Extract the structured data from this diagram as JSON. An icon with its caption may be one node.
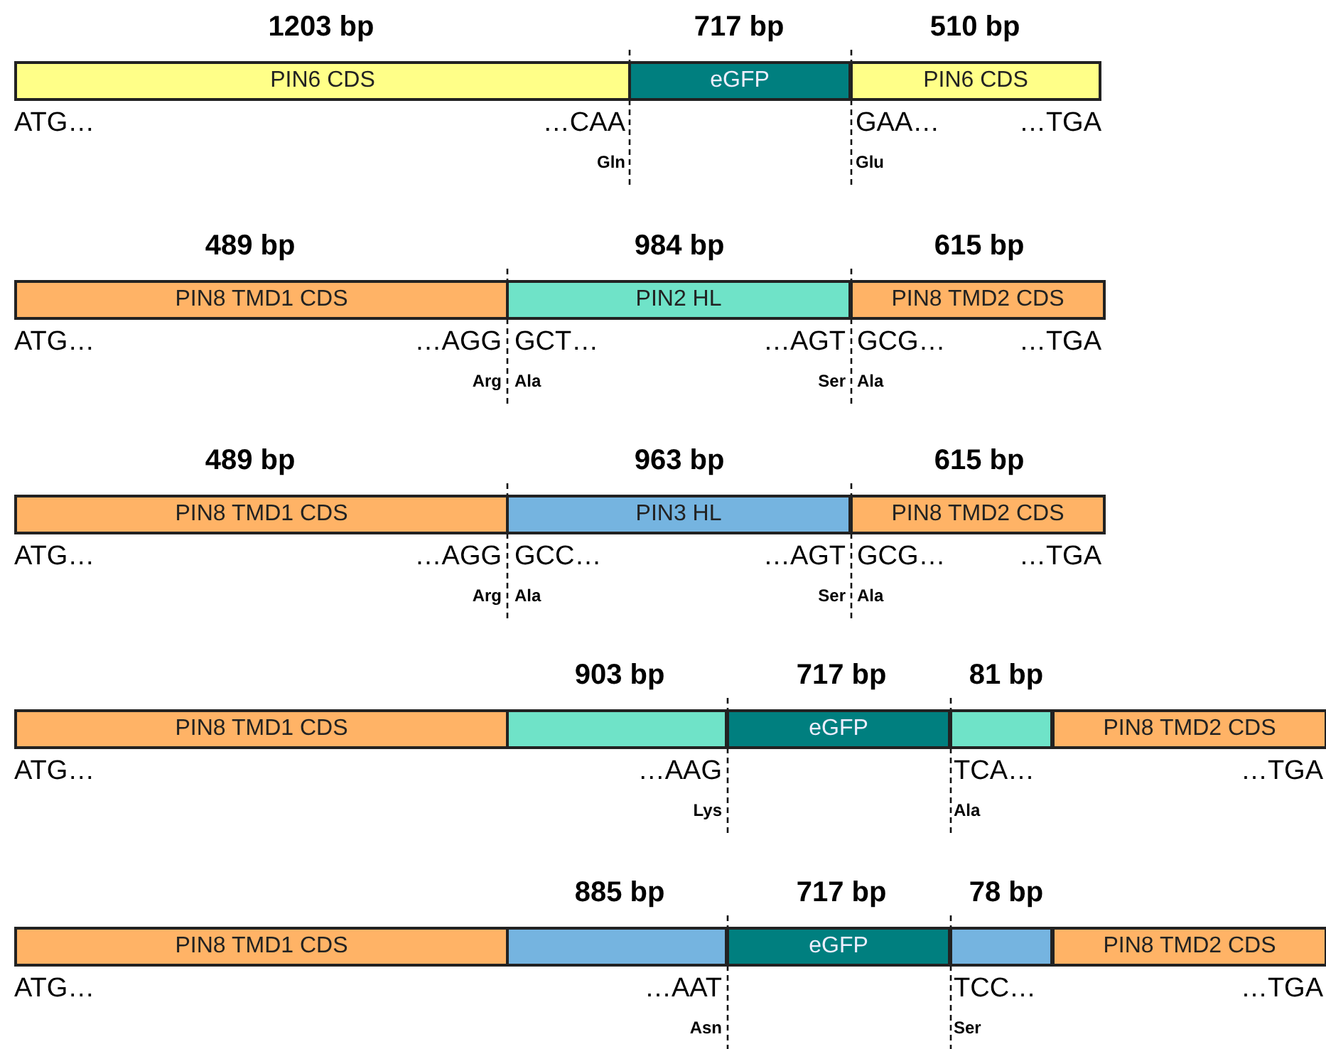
{
  "diagram": {
    "nodes": [
      {
        "text": [
          "PIN6 CDS"
        ]
      },
      {
        "text": [
          "eGFP"
        ]
      },
      {
        "text": [
          "PIN6 CDS"
        ]
      },
      {
        "text": [
          "PIN8 TMD1 CDS"
        ]
      },
      {
        "text": [
          "PIN2 HL"
        ]
      },
      {
        "text": [
          "PIN8 TMD2 CDS"
        ]
      },
      {
        "text": [
          "PIN8 TMD1 CDS"
        ]
      },
      {
        "text": [
          "PIN3 HL"
        ]
      },
      {
        "text": [
          "PIN8 TMD2 CDS"
        ]
      },
      {
        "text": [
          "PIN8 TMD1 CDS"
        ]
      },
      {
        "text": [],
        "shape": "bar"
      },
      {
        "text": [
          "eGFP"
        ]
      },
      {
        "text": [],
        "shape": "bar"
      },
      {
        "text": [
          "PIN8 TMD2 CDS"
        ]
      },
      {
        "text": [
          "PIN8 TMD1 CDS"
        ]
      },
      {
        "text": [],
        "shape": "bar"
      },
      {
        "text": [
          "eGFP"
        ]
      },
      {
        "text": [],
        "shape": "bar"
      },
      {
        "text": [
          "PIN8 TMD2 CDS"
        ]
      }
    ],
    "labels": [
      "1203 bp",
      "717 bp",
      "510 bp",
      "ATG…",
      "…CAA",
      "GAA…",
      "…TGA",
      "Gln",
      "Glu",
      "489 bp",
      "984 bp",
      "615 bp",
      "ATG…",
      "…AGG",
      "GCT…",
      "…AGT",
      "GCG…",
      "…TGA",
      "Arg",
      "Ala",
      "Ser",
      "Ala",
      "489 bp",
      "963 bp",
      "615 bp",
      "ATG…",
      "…AGG",
      "GCC…",
      "…AGT",
      "GCG…",
      "…TGA",
      "Arg",
      "Ala",
      "Ser",
      "Ala",
      "903 bp",
      "717 bp",
      "81 bp",
      "ATG…",
      "…AAG",
      "TCA…",
      "…TGA",
      "Lys",
      "Ala",
      "885 bp",
      "717 bp",
      "78 bp",
      "ATG…",
      "…AAT",
      "TCC…",
      "…TGA",
      "Asn",
      "Ser"
    ]
  }
}
